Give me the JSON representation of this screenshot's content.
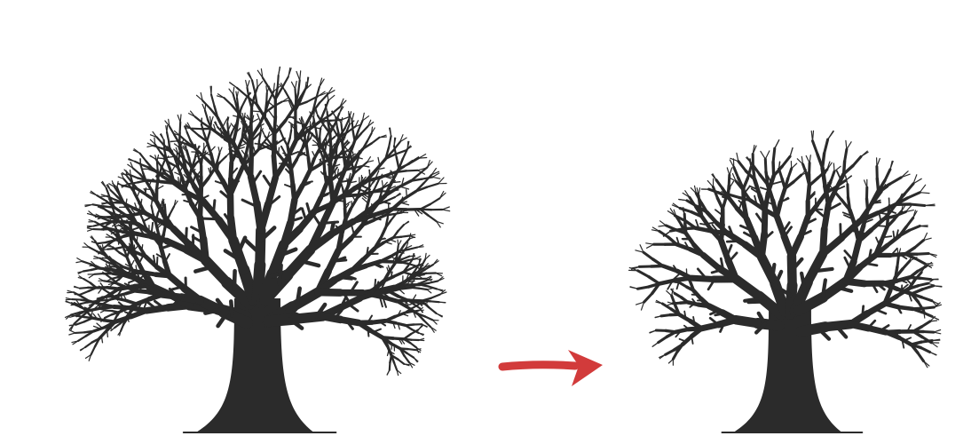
{
  "colors": {
    "background": "#ffffff",
    "tree": "#2b2b2b",
    "arrow": "#d23b3b"
  },
  "diagram": {
    "items": [
      {
        "name": "tree-before-pruning",
        "kind": "bare-deciduous-tree",
        "crown": "dense"
      },
      {
        "name": "direction-arrow",
        "kind": "right-arrow",
        "icon": "arrow-right-icon"
      },
      {
        "name": "tree-after-pruning",
        "kind": "bare-deciduous-tree",
        "crown": "thinned"
      }
    ]
  }
}
